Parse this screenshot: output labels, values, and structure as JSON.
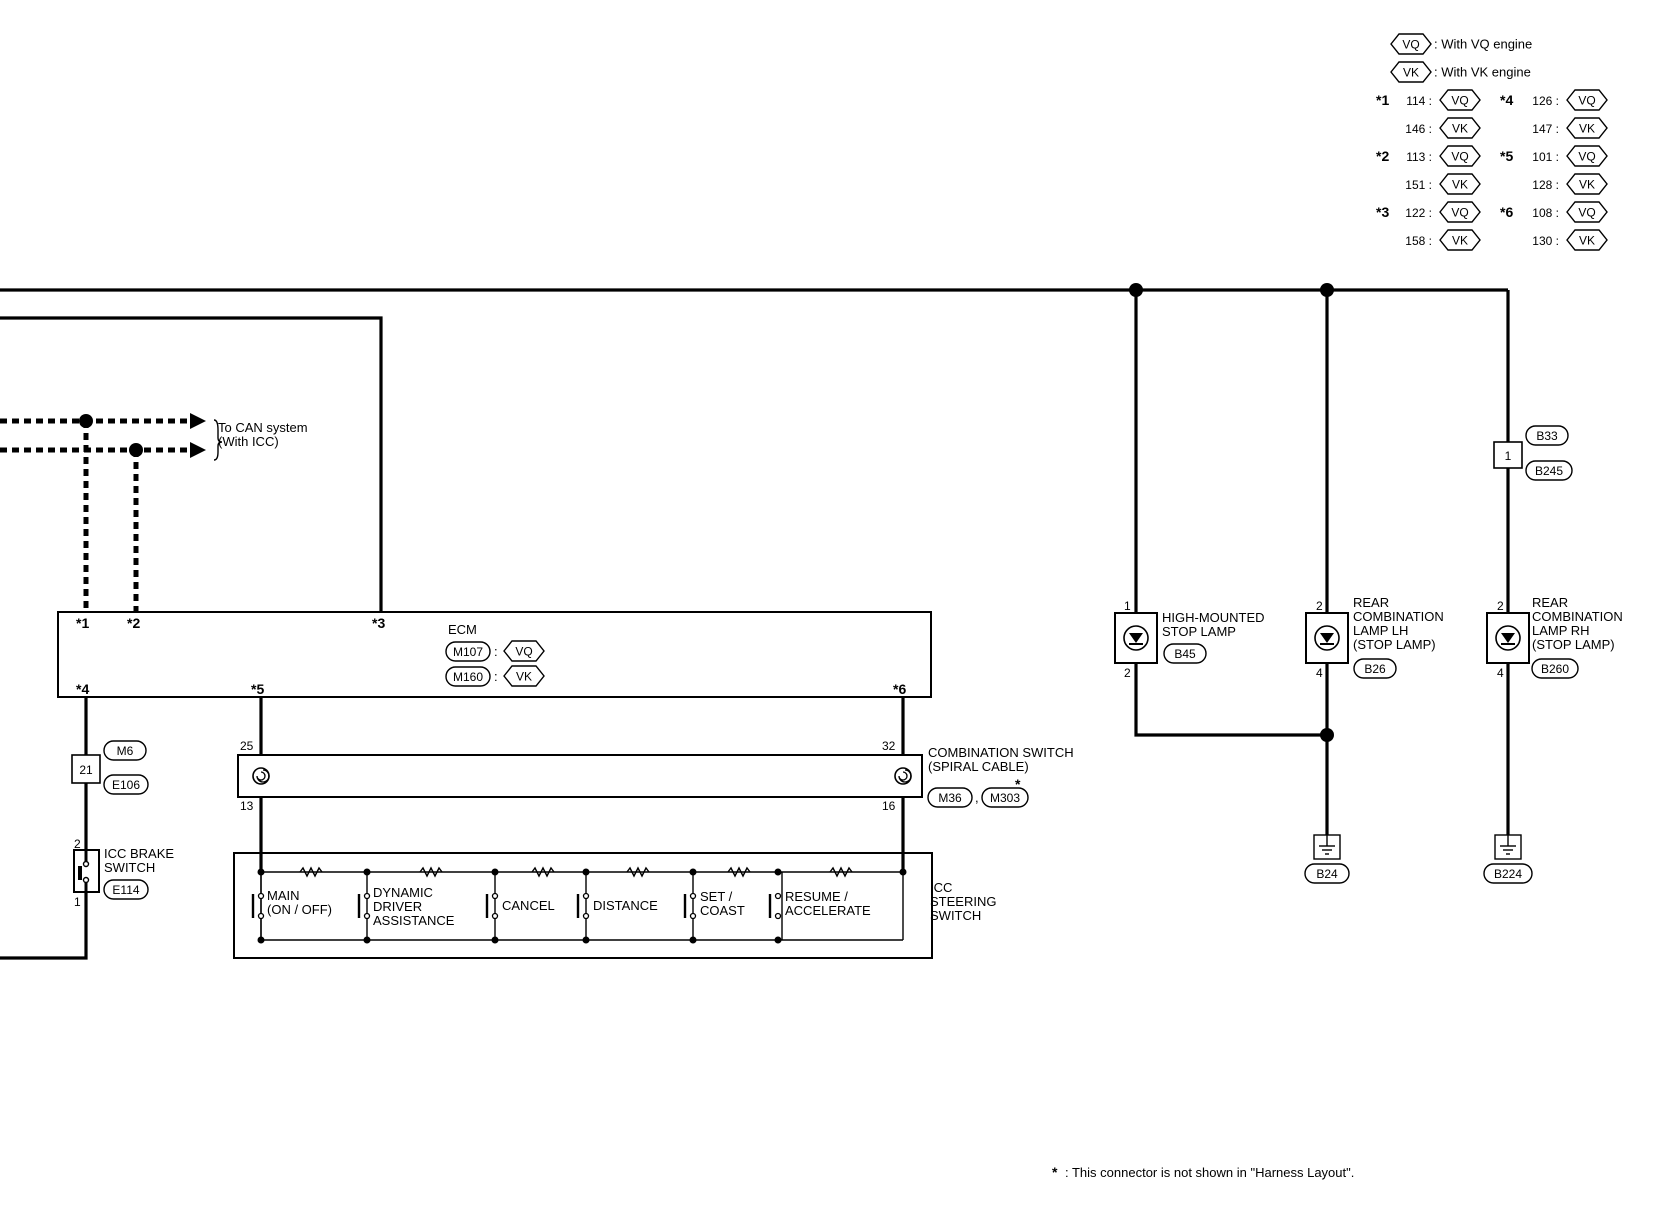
{
  "legend": {
    "vq_tag": "VQ",
    "vq_text": ": With VQ engine",
    "vk_tag": "VK",
    "vk_text": ": With VK engine",
    "rows": [
      {
        "star": "*1",
        "vq_pin": "114 :",
        "vk_pin": "146 :"
      },
      {
        "star": "*2",
        "vq_pin": "113 :",
        "vk_pin": "151 :"
      },
      {
        "star": "*3",
        "vq_pin": "122 :",
        "vk_pin": "158 :"
      },
      {
        "star": "*4",
        "vq_pin": "126 :",
        "vk_pin": "147 :"
      },
      {
        "star": "*5",
        "vq_pin": "101 :",
        "vk_pin": "128 :"
      },
      {
        "star": "*6",
        "vq_pin": "108 :",
        "vk_pin": "130 :"
      }
    ]
  },
  "can": {
    "line1": "To CAN system",
    "line2": "(With ICC)"
  },
  "ecm": {
    "title": "ECM",
    "conn_vq": "M107",
    "conn_vk": "M160",
    "sep": ":",
    "tag_vq": "VQ",
    "tag_vk": "VK",
    "pin1": "*1",
    "pin2": "*2",
    "pin3": "*3",
    "pin4": "*4",
    "pin5": "*5",
    "pin6": "*6"
  },
  "jc_m6": {
    "pin": "21",
    "top": "M6",
    "bottom": "E106"
  },
  "brake_switch": {
    "line1": "ICC BRAKE",
    "line2": "SWITCH",
    "conn": "E114",
    "pin_top": "2",
    "pin_bottom": "1"
  },
  "combo_switch": {
    "line1": "COMBINATION SWITCH",
    "line2": "(SPIRAL CABLE)",
    "conn1": "M36",
    "comma": ",",
    "conn2": "M303",
    "star": "*",
    "pin_tl": "25",
    "pin_bl": "13",
    "pin_tr": "32",
    "pin_br": "16"
  },
  "steering_switch": {
    "label1": "ICC",
    "label2": "STEERING",
    "label3": "SWITCH",
    "buttons": [
      {
        "line1": "MAIN",
        "line2": "(ON / OFF)",
        "line3": ""
      },
      {
        "line1": "DYNAMIC",
        "line2": "DRIVER",
        "line3": "ASSISTANCE"
      },
      {
        "line1": "CANCEL",
        "line2": "",
        "line3": ""
      },
      {
        "line1": "DISTANCE",
        "line2": "",
        "line3": ""
      },
      {
        "line1": "SET /",
        "line2": "COAST",
        "line3": ""
      },
      {
        "line1": "RESUME /",
        "line2": "ACCELERATE",
        "line3": ""
      }
    ]
  },
  "hm_lamp": {
    "line1": "HIGH-MOUNTED",
    "line2": "STOP LAMP",
    "conn": "B45",
    "pin_top": "1",
    "pin_bottom": "2"
  },
  "rear_lh": {
    "line1": "REAR",
    "line2": "COMBINATION",
    "line3": "LAMP LH",
    "line4": "(STOP LAMP)",
    "conn": "B26",
    "pin_top": "2",
    "pin_bottom": "4"
  },
  "rear_rh": {
    "line1": "REAR",
    "line2": "COMBINATION",
    "line3": "LAMP RH",
    "line4": "(STOP LAMP)",
    "conn": "B260",
    "pin_top": "2",
    "pin_bottom": "4"
  },
  "jc_b33": {
    "pin": "1",
    "top": "B33",
    "bottom": "B245"
  },
  "grounds": {
    "g1": "B24",
    "g2": "B224"
  },
  "footnote": {
    "star": "*",
    "text": ": This connector is not shown in \"Harness Layout\"."
  }
}
